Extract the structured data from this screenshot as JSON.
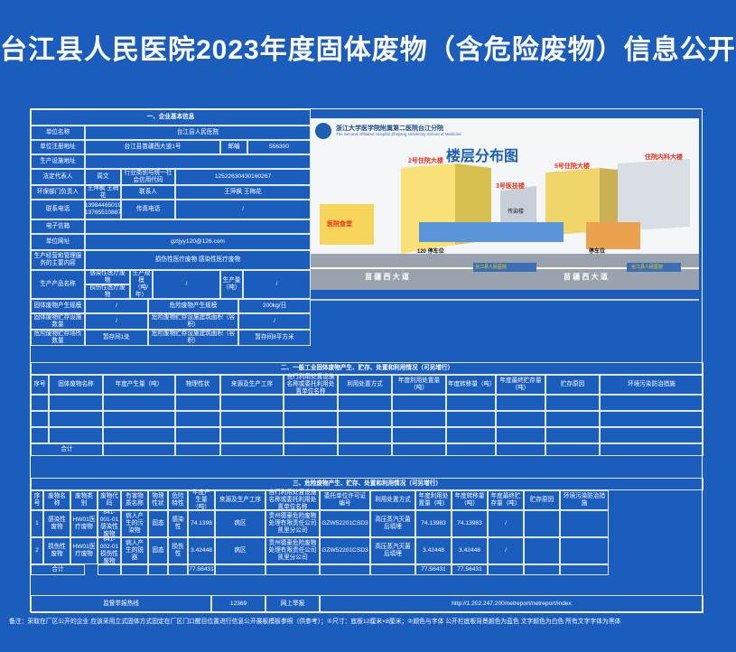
{
  "title": "台江县人民医院2023年度固体废物（含危险废物）信息公开",
  "s1": {
    "header": "一、企业基本信息",
    "name_label": "单位名称",
    "name": "台江县人民医院",
    "addr_label": "单位注册地址",
    "addr": "台江县苗疆西大道1号",
    "post_label": "邮编",
    "post": "556300",
    "site_label": "生产设施地址",
    "legal_label": "法定代表人",
    "legal": "周文",
    "credit_label": "行业类别与统一社会信用代码",
    "credit": "12522630430160267",
    "env_label": "环保部门负责人",
    "env": "王萍枫 王梅花",
    "contact_label": "联系人",
    "contact": "王萍枫 王梅花",
    "phone_label": "联系电话",
    "phone": "13984465019\n13765510887",
    "fax_label": "传真电话",
    "fax": "/",
    "mobile_label": "电子信箱",
    "web_label": "单位网址",
    "web": "gztjyy120@126.com",
    "biz_label": "生产经营和管理服务的主要内容",
    "biz": "损伤性医疗废物 感染性医疗废物",
    "prod_label": "生产产品名称",
    "prod_r1": "感染性医疗废物",
    "prod_r2": "损伤性医疗废物",
    "cap_label": "生产规模（吨/年）",
    "cap": "/",
    "qty_label": "生产量（吨）",
    "qty": "/",
    "gen_label": "固体废物产生规模",
    "gen": "/",
    "haz_label": "危险废物产生规模",
    "haz": "200kg/日",
    "store_label": "固体废物贮存设施数量",
    "store": "/",
    "store2_label": "危险废物贮存设施建筑面积（容积）",
    "store2": "/",
    "hstore_label": "危险废物贮存场所数量",
    "hstore": "暂存间1处",
    "hstore2_label": "危险废物贮存设施建筑面积（容积）",
    "hstore2": "暂存间8平方米"
  },
  "map": {
    "hospital": "浙江大学医学院附属第二医院台江分院",
    "hospital_en": "The Second Affiliated Hospital Zhejiang University School of Medicine",
    "floor_title": "楼层分布图",
    "b2": "2号住院大楼",
    "b3": "3号医技楼",
    "b5": "5号住院大楼",
    "internal": "住院内科大楼",
    "er": "医院食堂",
    "park1": "120 停车位",
    "park2": "停车位",
    "road1": "苗 疆 西 大 道",
    "road2": "苗 疆 西 大 道",
    "gate1": "台江县人民医院",
    "gate2": "台江县人民医院",
    "center": "传染楼"
  },
  "s2": {
    "header": "二、一般工业固体废物产生、贮存、处置和利用情况（可另增行）",
    "cols": [
      "序号",
      "固体废物名称",
      "年度产生量（吨）",
      "物理性状",
      "来源及生产工序",
      "自行利用处置设施名称或委托利用处置单位名称",
      "利用处置方式",
      "年度利用处置量（吨）",
      "年度转移量（吨）",
      "年度最终贮存量（吨）",
      "贮存原因",
      "环境污染防治措施"
    ],
    "rows": [
      [
        "",
        "",
        "",
        "",
        "",
        "",
        "",
        "",
        "",
        "",
        "",
        ""
      ],
      [
        "",
        "",
        "",
        "",
        "",
        "",
        "",
        "",
        "",
        "",
        "",
        ""
      ],
      [
        "",
        "",
        "",
        "",
        "",
        "",
        "",
        "",
        "",
        "",
        "",
        ""
      ]
    ],
    "total": "合计"
  },
  "s3": {
    "header": "三、危险废物产生、贮存、处置和利用情况（可另增行）",
    "cols": [
      "序号",
      "废物名称",
      "废物类别",
      "废物代码",
      "危险特性",
      "有害物质名称",
      "物理性状",
      "危险特性",
      "年度产生量（吨）",
      "来源及生产工序",
      "自行利用处置设施名称或委托利用处置单位名称",
      "委托单位许可证编号",
      "利用处置方式",
      "年度利用处置量（吨）",
      "年度转移量（吨）",
      "年度最终贮存量（吨）",
      "贮存原因",
      "环境污染防治措施"
    ],
    "rows": [
      [
        "1",
        "感染性废物",
        "HW01医疗废物",
        "841-001-01感染性废物",
        "841-001-01",
        "病人产生的污染物",
        "固态",
        "感染性",
        "74.1398",
        "病区",
        "贵州德豪危险废物处理有限责任公司凯里分公司",
        "GZW52201CSD3",
        "高压蒸汽灭菌后填埋",
        "74.13983",
        "74.13983",
        "/",
        "",
        ""
      ],
      [
        "2",
        "损伤性废物",
        "HW01医疗废物",
        "841-002-01损伤性废物",
        "841-002-01",
        "病人产生的锐器",
        "固态",
        "损伤性",
        "3.42448",
        "病区",
        "贵州德豪危险废物处理有限责任公司凯里分公司",
        "GZW52201CSD3",
        "高压蒸汽灭菌后填埋",
        "3.42448",
        "3.42448",
        "/",
        "",
        ""
      ]
    ],
    "total": "合计",
    "total_gen": "77.56431",
    "total_use": "77.56431",
    "total_tr": "77.56431"
  },
  "footer": {
    "hotline_label": "监督举报热线",
    "hotline": "12369",
    "net_label": "网上举报",
    "net": "http://1.202.247.200/netreport/netreport/index"
  },
  "note": "备注：采取在厂区公开的企业 应该采用立式固体方式固定在厂区门口醒目位置进行信息公开展板模板参照（供参考）；①尺寸：底板12厘米×8厘米；②颜色与字体 公开栏底板背景颜色为蓝色 文字颜色为白色 所有文字字体为黑体"
}
